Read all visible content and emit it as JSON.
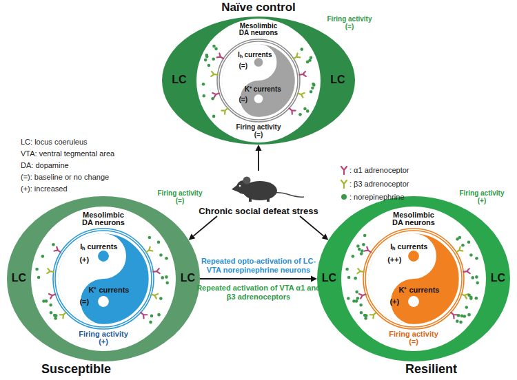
{
  "diagram": {
    "nodes": [
      {
        "text": [
          "Naïve control",
          "LC",
          "LC",
          "Firing activity (=)"
        ]
      },
      {
        "text": [
          "Mesolimbic DA neurons",
          "Firing activity (=)"
        ],
        "in": 0
      },
      {
        "text": [
          "Iₕ currents",
          "(=)",
          "K⁺ currents",
          "(=)"
        ],
        "in": 1
      },
      {
        "text": [
          "Chronic social defeat stress"
        ]
      },
      {
        "text": [
          "Susceptible",
          "LC",
          "LC",
          "Firing activity (=)"
        ]
      },
      {
        "text": [
          "Mesolimbic DA neurons",
          "Firing activity (+)"
        ],
        "in": 4
      },
      {
        "text": [
          "Iₕ currents",
          "(+)",
          "K⁺ currents",
          "(=)"
        ],
        "in": 5
      },
      {
        "text": [
          "Resilient",
          "LC",
          "LC",
          "Firing activity (+)"
        ]
      },
      {
        "text": [
          "Mesolimbic DA neurons",
          "Firing activity (=)"
        ],
        "in": 7
      },
      {
        "text": [
          "Iₕ currents",
          "(++)",
          "K⁺ currents",
          "(+)"
        ],
        "in": 8
      }
    ],
    "edges": [
      {
        "from": 3,
        "to": 0,
        "arrow": "to"
      },
      {
        "from": 3,
        "to": 4,
        "arrow": "to"
      },
      {
        "from": 3,
        "to": 7,
        "arrow": "to"
      },
      {
        "from": 4,
        "to": 7,
        "arrow": "to",
        "label": "Repeated opto-activation of LC-VTA norepinephrine neurons"
      }
    ],
    "labels": [
      "LC: locus coeruleus",
      "VTA: ventral tegmental area",
      "DA: dopamine",
      "(=): baseline or no change",
      "(+): increased",
      "Repeated activation of VTA α1 and β3 adrenoceptors"
    ],
    "legend": [
      {
        "text": ": α1 adrenoceptor"
      },
      {
        "text": ": β3 adrenoceptor"
      },
      {
        "text": ": norepinephrine",
        "color": "#3a9a4a"
      }
    ]
  }
}
